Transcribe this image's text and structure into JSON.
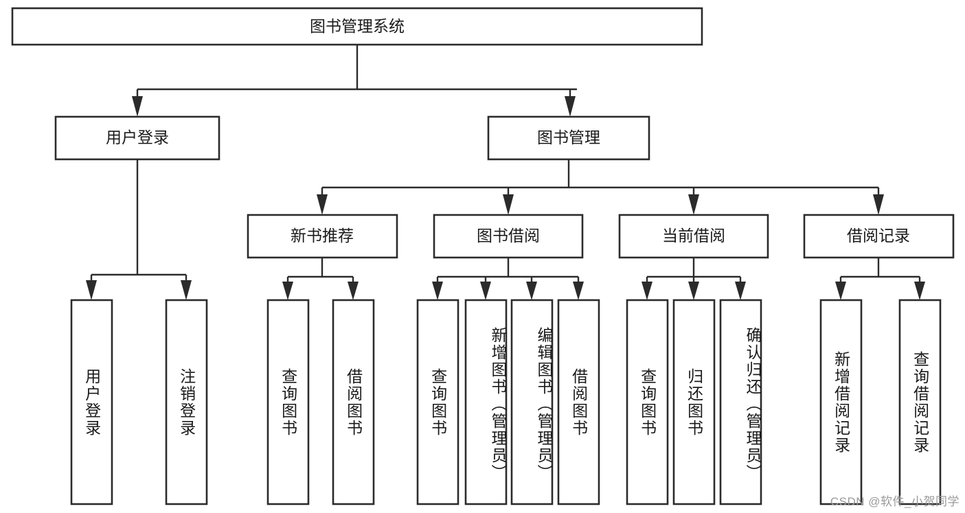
{
  "diagram": {
    "title": "图书管理系统",
    "type": "tree-hierarchy-chart",
    "watermark": "CSDN @软件_小贺同学",
    "root": {
      "label": "图书管理系统"
    },
    "level2": [
      {
        "label": "用户登录"
      },
      {
        "label": "图书管理"
      }
    ],
    "level3": [
      {
        "label": "新书推荐"
      },
      {
        "label": "图书借阅"
      },
      {
        "label": "当前借阅"
      },
      {
        "label": "借阅记录"
      }
    ],
    "leaves": {
      "user_login": [
        {
          "label": "用户登录"
        },
        {
          "label": "注销登录"
        }
      ],
      "new_book": [
        {
          "label": "查询图书"
        },
        {
          "label": "借阅图书"
        }
      ],
      "book_borrow": [
        {
          "label": "查询图书"
        },
        {
          "label": "新增图书（管理员）"
        },
        {
          "label": "编辑图书（管理员）"
        },
        {
          "label": "借阅图书"
        }
      ],
      "current_borrow": [
        {
          "label": "查询图书"
        },
        {
          "label": "归还图书"
        },
        {
          "label": "确认归还（管理员）"
        }
      ],
      "borrow_record": [
        {
          "label": "新增借阅记录"
        },
        {
          "label": "查询借阅记录"
        }
      ]
    },
    "colors": {
      "stroke": "#2b2b2b",
      "fill": "#ffffff",
      "text": "#1a1a1a",
      "watermark": "#9a9a9a"
    }
  }
}
